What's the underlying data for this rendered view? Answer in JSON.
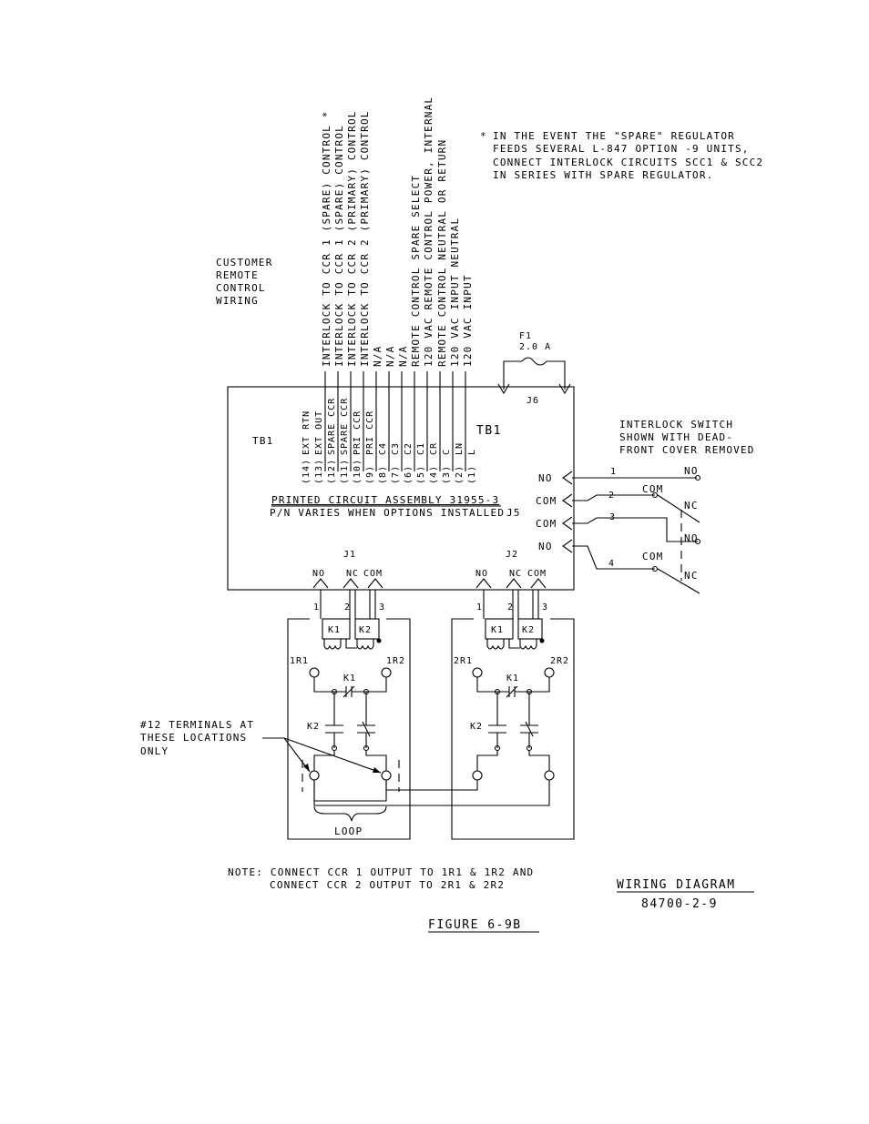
{
  "remote_wires": [
    {
      "text": "INTERLOCK TO CCR 1 (SPARE) CONTROL *"
    },
    {
      "text": "INTERLOCK TO CCR 1 (SPARE) CONTROL"
    },
    {
      "text": "INTERLOCK TO CCR 2 (PRIMARY) CONTROL"
    },
    {
      "text": "INTERLOCK TO CCR 2 (PRIMARY) CONTROL"
    },
    {
      "text": "N/A"
    },
    {
      "text": "N/A"
    },
    {
      "text": "N/A"
    },
    {
      "text": "REMOTE CONTROL SPARE SELECT"
    },
    {
      "text": "120 VAC REMOTE CONTROL POWER, INTERNAL"
    },
    {
      "text": "REMOTE CONTROL NEUTRAL OR RETURN"
    },
    {
      "text": "120 VAC INPUT NEUTRAL"
    },
    {
      "text": "120 VAC INPUT"
    }
  ],
  "terminals": [
    {
      "label": "EXT RTN",
      "num": "(14)"
    },
    {
      "label": "EXT OUT",
      "num": "(13)"
    },
    {
      "label": "SPARE CCR",
      "num": "(12)"
    },
    {
      "label": "SPARE CCR",
      "num": "(11)"
    },
    {
      "label": "PRI CCR",
      "num": "(10)"
    },
    {
      "label": "PRI CCR",
      "num": "(9)"
    },
    {
      "label": "C4",
      "num": "(8)"
    },
    {
      "label": "C3",
      "num": "(7)"
    },
    {
      "label": "C2",
      "num": "(6)"
    },
    {
      "label": "C1",
      "num": "(5)"
    },
    {
      "label": "CR",
      "num": "(4)"
    },
    {
      "label": "C",
      "num": "(3)"
    },
    {
      "label": "LN",
      "num": "(2)"
    },
    {
      "label": "L",
      "num": "(1)"
    }
  ],
  "labels": {
    "customer_wiring": [
      "CUSTOMER",
      "REMOTE",
      "CONTROL",
      "WIRING"
    ],
    "note_star": "*",
    "spare_note": [
      "IN THE EVENT THE \"SPARE\" REGULATOR",
      "FEEDS SEVERAL L-847 OPTION -9 UNITS,",
      "CONNECT INTERLOCK CIRCUITS SCC1 & SCC2",
      "IN SERIES WITH SPARE REGULATOR."
    ],
    "fuse_name": "F1",
    "fuse_rating": "2.0 A",
    "j6": "J6",
    "tb1_left": "TB1",
    "tb1_right": "TB1",
    "pca": "PRINTED CIRCUIT ASSEMBLY 31955-3",
    "pn": "P/N VARIES WHEN OPTIONS INSTALLED",
    "j5": "J5",
    "interlock_note": [
      "INTERLOCK SWITCH",
      "SHOWN WITH DEAD-",
      "FRONT COVER REMOVED"
    ],
    "j5_pins": [
      "NO",
      "COM",
      "COM",
      "NO"
    ],
    "switch_wires": [
      "1",
      "2",
      "3",
      "4"
    ],
    "switch_contacts": [
      "NO",
      "COM",
      "NC",
      "NO",
      "COM",
      "NC"
    ],
    "j1": "J1",
    "j2": "J2",
    "conn_pins": [
      "NO",
      "NC",
      "COM"
    ],
    "conn_nums": [
      "1",
      "2",
      "3"
    ],
    "relay_k1": "K1",
    "relay_k2": "K2",
    "t_1r1": "1R1",
    "t_1r2": "1R2",
    "t_2r1": "2R1",
    "t_2r2": "2R2",
    "terminals_note": [
      "#12 TERMINALS AT",
      "THESE LOCATIONS",
      "ONLY"
    ],
    "loop": "LOOP",
    "note_1": "NOTE: CONNECT CCR 1 OUTPUT TO 1R1 & 1R2 AND",
    "note_2": "CONNECT CCR 2 OUTPUT TO 2R1 & 2R2",
    "title": "WIRING DIAGRAM",
    "drawing_no": "84700-2-9",
    "figure": "FIGURE 6-9B"
  }
}
